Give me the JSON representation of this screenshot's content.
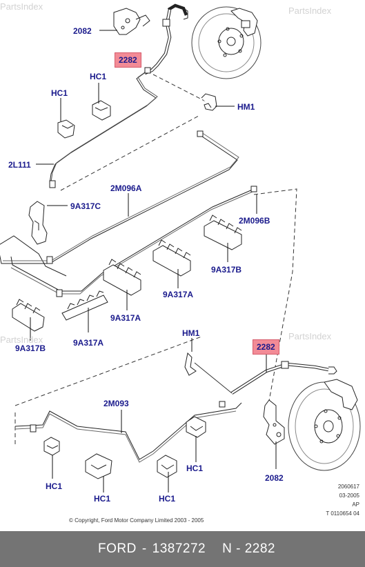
{
  "watermarks": [
    "PartsIndex",
    "PartsIndex",
    "PartsIndex",
    "PartsIndex"
  ],
  "labels": {
    "l2082_top": "2082",
    "l2282_top": "2282",
    "lHC1_a": "HC1",
    "lHC1_b": "HC1",
    "lHM1_top": "HM1",
    "l2L111": "2L111",
    "l2M096A": "2M096A",
    "l9A317C": "9A317C",
    "l2M096B": "2M096B",
    "l9A317B_r": "9A317B",
    "l9A317A_m": "9A317A",
    "l9A317A_l": "9A317A",
    "l9A317B_l": "9A317B",
    "l9A317A_b": "9A317A",
    "lHM1_bot": "HM1",
    "l2282_bot": "2282",
    "l2M093": "2M093",
    "lHC1_c": "HC1",
    "lHC1_d": "HC1",
    "lHC1_e": "HC1",
    "lHC1_f": "HC1",
    "l2082_bot": "2082"
  },
  "copyright": "© Copyright, Ford Motor Company Limited 2003 - 2005",
  "stamp": {
    "line1": "2060617",
    "line2": "03-2005",
    "line3": "AP",
    "line4": "T 0110654 04"
  },
  "footer": {
    "brand": "FORD",
    "dash": "-",
    "part_number": "1387272",
    "ref": "N - 2282"
  },
  "colors": {
    "label": "#1a1a8c",
    "highlight": "#f28b96",
    "footer_bg": "#747474",
    "footer_text": "#ffffff"
  }
}
